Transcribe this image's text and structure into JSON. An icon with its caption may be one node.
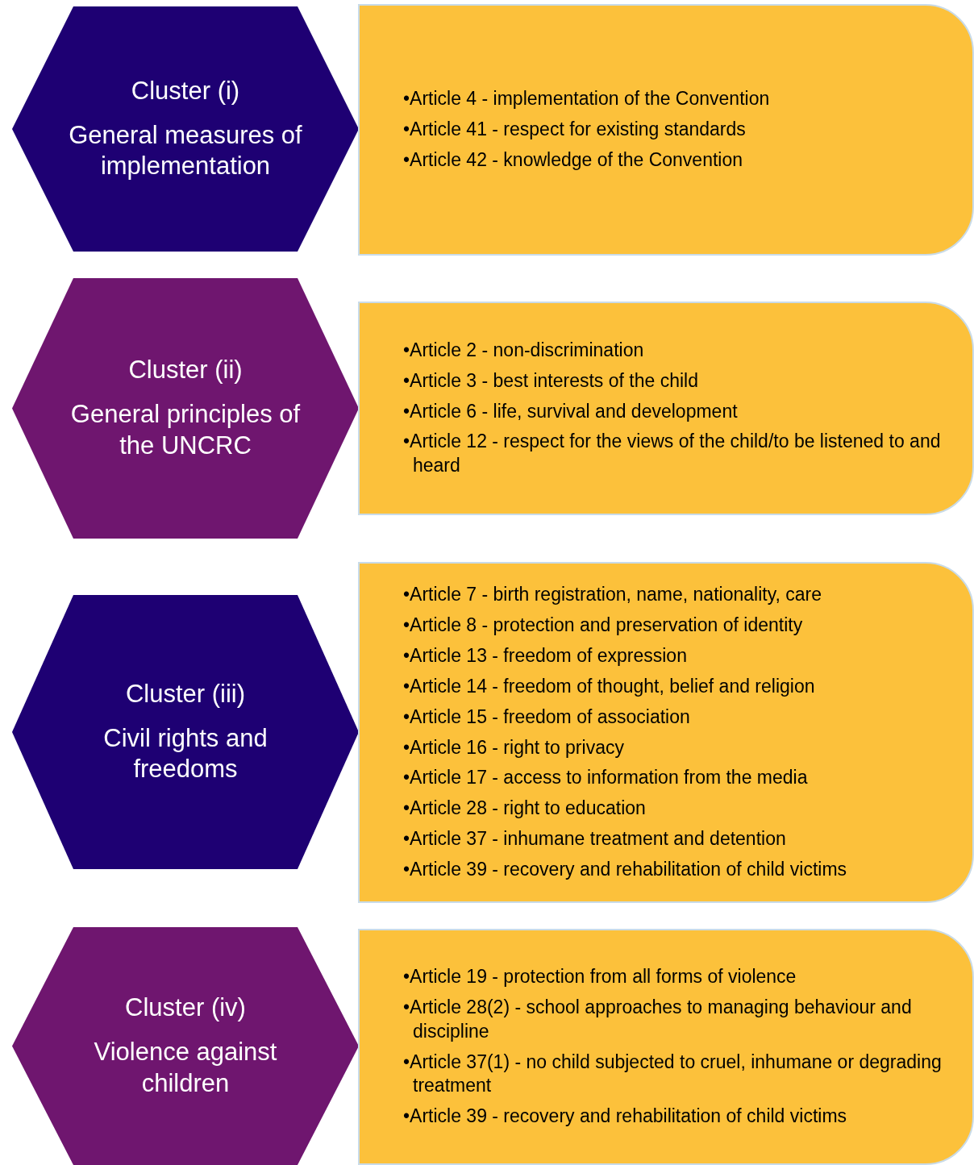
{
  "diagram": {
    "nodes": [
      {
        "text": [
          "Cluster (i)",
          "General measures of implementation"
        ]
      },
      {
        "text": [
          "•Article 4 - implementation of the Convention",
          "•Article 41 - respect for existing standards",
          "•Article 42 - knowledge of the Convention"
        ]
      },
      {
        "text": [
          "Cluster (ii)",
          "General principles of the UNCRC"
        ]
      },
      {
        "text": [
          "•Article 2 - non-discrimination",
          "•Article 3 - best interests of the child",
          "•Article 6 - life, survival and development",
          "•Article 12 - respect for the views of the child/to be listened to and heard"
        ]
      },
      {
        "text": [
          "Cluster (iii)",
          "Civil rights and freedoms"
        ]
      },
      {
        "text": [
          "•Article 7 - birth registration, name, nationality, care",
          "•Article 8 - protection and preservation of identity",
          "•Article 13 - freedom of expression",
          "•Article 14 - freedom of thought, belief and religion",
          "•Article 15 - freedom of association",
          "•Article 16 - right to privacy",
          "•Article 17 - access to information from the media",
          "•Article 28 - right to education",
          "•Article 37 - inhumane treatment and detention",
          "•Article 39 - recovery and rehabilitation of child victims"
        ]
      },
      {
        "text": [
          "Cluster (iv)",
          "Violence against children"
        ]
      },
      {
        "text": [
          "•Article 19 - protection from all forms of violence",
          "•Article 28(2) - school approaches to managing behaviour and discipline",
          "•Article 37(1) - no child subjected to cruel, inhumane or degrading treatment",
          "•Article 39 - recovery and rehabilitation of child victims"
        ]
      }
    ]
  }
}
